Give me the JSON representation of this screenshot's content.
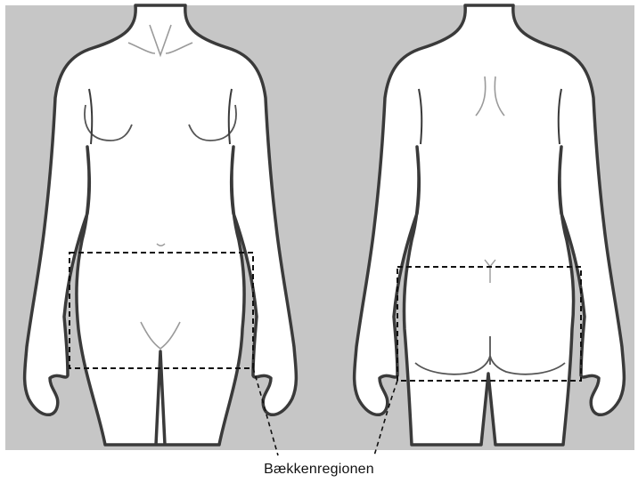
{
  "figure": {
    "caption": "Bækkenregionen",
    "colors": {
      "background_panel": "#c6c6c6",
      "body_fill": "#ffffff",
      "outline": "#3a3a3a",
      "detail_lines": "#9a9a9a",
      "region_box": "#111111"
    },
    "views": [
      "front-view",
      "back-view"
    ],
    "highlighted_region": "pelvic-region"
  }
}
